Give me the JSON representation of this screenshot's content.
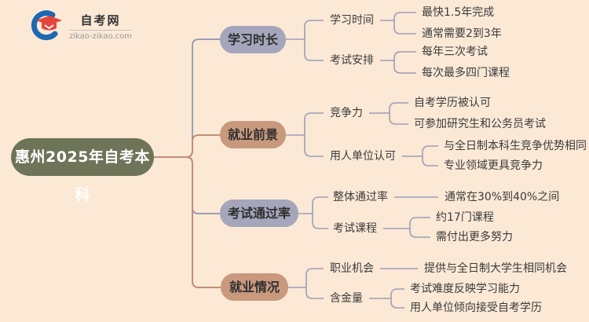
{
  "logo": {
    "site_name": "自考网",
    "site_url": "zikao-zikao.com"
  },
  "root": {
    "label": "惠州2025年自考本科"
  },
  "colors": {
    "background": "#fbe9d6",
    "root": "#6d7458",
    "root_text": "#ffffff",
    "lavender": "#a5a6bb",
    "clay": "#c9997e",
    "line_lavender": "#9c9eb7",
    "line_clay": "#c28e74",
    "text": "#3b3b3b",
    "logo_blue": "#1e68b2",
    "logo_red": "#e5443c",
    "logo_text": "#333333",
    "logo_url": "#999999"
  },
  "branches": [
    {
      "label": "学习时长",
      "palette": "lavender",
      "children": [
        {
          "label": "学习时间",
          "leaves": [
            "最快1.5年完成",
            "通常需要2到3年"
          ]
        },
        {
          "label": "考试安排",
          "leaves": [
            "每年三次考试",
            "每次最多四门课程"
          ]
        }
      ]
    },
    {
      "label": "就业前景",
      "palette": "clay",
      "children": [
        {
          "label": "竞争力",
          "leaves": [
            "自考学历被认可",
            "可参加研究生和公务员考试"
          ]
        },
        {
          "label": "用人单位认可",
          "leaves": [
            "与全日制本科生竞争优势相同",
            "专业领域更具竞争力"
          ]
        }
      ]
    },
    {
      "label": "考试通过率",
      "palette": "lavender",
      "children": [
        {
          "label": "整体通过率",
          "leaves": [
            "通常在30%到40%之间"
          ]
        },
        {
          "label": "考试课程",
          "leaves": [
            "约17门课程",
            "需付出更多努力"
          ]
        }
      ]
    },
    {
      "label": "就业情况",
      "palette": "clay",
      "children": [
        {
          "label": "职业机会",
          "leaves": [
            "提供与全日制大学生相同机会"
          ]
        },
        {
          "label": "含金量",
          "leaves": [
            "考试难度反映学习能力",
            "用人单位倾向接受自考学历"
          ]
        }
      ]
    }
  ]
}
